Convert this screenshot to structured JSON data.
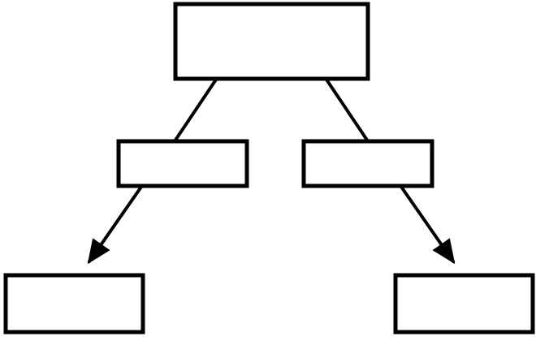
{
  "diagram": {
    "type": "tree",
    "colors": {
      "stroke": "#000000",
      "fill": "#ffffff",
      "background": "#ffffff"
    },
    "nodes": [
      {
        "id": "root",
        "label": ""
      },
      {
        "id": "mid-left",
        "label": ""
      },
      {
        "id": "mid-right",
        "label": ""
      },
      {
        "id": "leaf-left",
        "label": ""
      },
      {
        "id": "leaf-right",
        "label": ""
      }
    ],
    "edges": [
      {
        "id": "root-to-mid-left",
        "from": "root",
        "to": "mid-left",
        "arrow": false
      },
      {
        "id": "root-to-mid-right",
        "from": "root",
        "to": "mid-right",
        "arrow": false
      },
      {
        "id": "mid-left-to-leaf-left",
        "from": "mid-left",
        "to": "leaf-left",
        "arrow": true
      },
      {
        "id": "mid-right-to-leaf-right",
        "from": "mid-right",
        "to": "leaf-right",
        "arrow": true
      }
    ]
  }
}
